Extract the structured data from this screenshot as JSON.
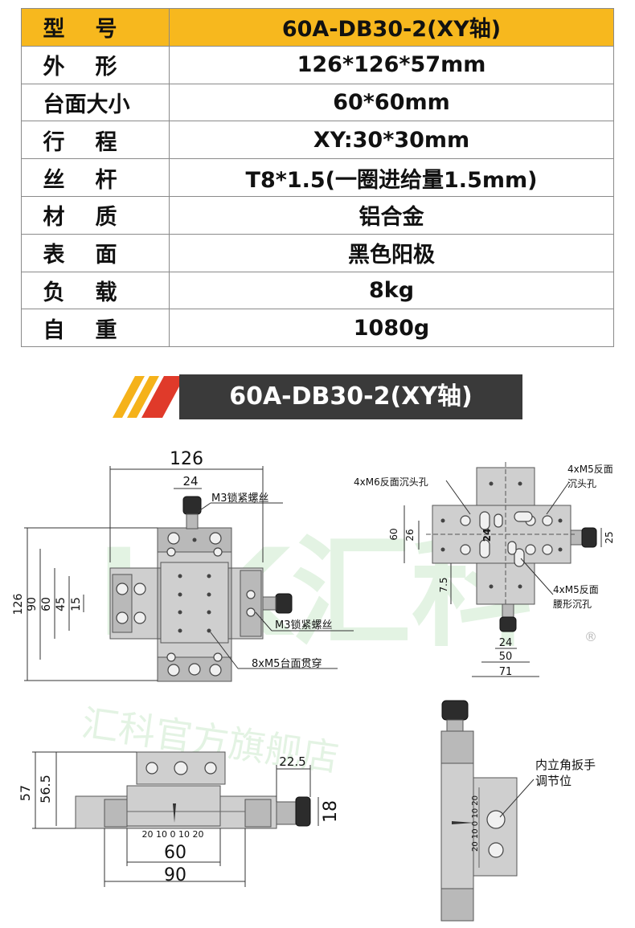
{
  "spec_table": {
    "rows": [
      {
        "key": [
          "型",
          "号"
        ],
        "value": "60A-DB30-2(XY轴)"
      },
      {
        "key": [
          "外",
          "形"
        ],
        "value": "126*126*57mm"
      },
      {
        "key": [
          "台面大小"
        ],
        "value": "60*60mm"
      },
      {
        "key": [
          "行",
          "程"
        ],
        "value": "XY:30*30mm"
      },
      {
        "key": [
          "丝",
          "杆"
        ],
        "value": "T8*1.5(一圈进给量1.5mm)"
      },
      {
        "key": [
          "材",
          "质"
        ],
        "value": "铝合金"
      },
      {
        "key": [
          "表",
          "面"
        ],
        "value": "黑色阳极"
      },
      {
        "key": [
          "负",
          "载"
        ],
        "value": "8kg"
      },
      {
        "key": [
          "自",
          "重"
        ],
        "value": "1080g"
      }
    ],
    "header_color": "#f7b81e"
  },
  "banner": {
    "title": "60A-DB30-2(XY轴)",
    "stripe_colors": [
      "#f5b21a",
      "#e03a2a"
    ],
    "bar_color": "#3a3a3a"
  },
  "watermark": {
    "logo": "HK汇科",
    "text": "汇科官方旗舰店",
    "registered": "®"
  },
  "drawing": {
    "top_view": {
      "dims": {
        "overall_width": "126",
        "lock_offset": "24",
        "h126": "126",
        "h90": "90",
        "h60": "60",
        "h45": "45",
        "h15": "15"
      },
      "notes": {
        "lock_screw_1": "M3锁紧螺丝",
        "lock_screw_2": "M3锁紧螺丝",
        "through_holes": "8xM5台面贯穿"
      }
    },
    "bottom_view": {
      "dims": {
        "d60": "60",
        "d26": "26",
        "d24v": "24",
        "d25": "25",
        "d7_5": "7.5",
        "d24h": "24",
        "d50": "50",
        "d71": "71"
      },
      "notes": {
        "m6": "4xM6反面沉头孔",
        "m5_counter_1": "4xM5反面",
        "m5_counter_2": "沉头孔",
        "m5_slot_1": "4xM5反面",
        "m5_slot_2": "腰形沉孔"
      }
    },
    "front_view": {
      "dims": {
        "h57": "57",
        "h56_5": "56.5",
        "d22_5": "22.5",
        "d18": "18",
        "w60": "60",
        "w90": "90"
      },
      "scale": "20 10 0 10 20"
    },
    "side_view": {
      "scale": "20 10 0 10 20",
      "notes": {
        "wrench_1": "内立角扳手",
        "wrench_2": "调节位"
      }
    }
  }
}
